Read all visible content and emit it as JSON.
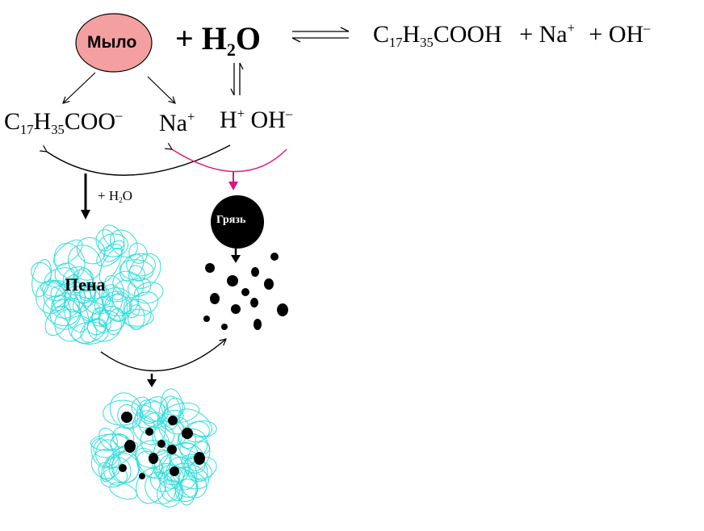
{
  "soap": {
    "label": "Мыло",
    "fill": "#f4a0a0"
  },
  "reaction": {
    "plus_water_prefix": "+ ",
    "water_h": "H",
    "water_sub": "2",
    "water_o": "O",
    "product_acid_c": "C",
    "product_acid_c_sub": "17",
    "product_acid_h": "H",
    "product_acid_h_sub": "35",
    "product_acid_rest": "COOH",
    "plus_na": "+ Na",
    "na_charge": "+",
    "plus_oh": "+ OH",
    "oh_charge": "–"
  },
  "ions": {
    "anion_c": "C",
    "anion_c_sub": "17",
    "anion_h": "H",
    "anion_h_sub": "35",
    "anion_rest": "COO",
    "anion_charge": "–",
    "sodium": "Na",
    "sodium_charge": "+",
    "hydrogen": "H",
    "hydrogen_charge": "+",
    "hydroxide": "OH",
    "hydroxide_charge": "–"
  },
  "foam_step": {
    "plus_water": "+ H",
    "water_sub": "2",
    "water_o": "O"
  },
  "foam": {
    "label": "Пена",
    "color": "#33dddd"
  },
  "dirt": {
    "label": "Грязь",
    "color": "#000000"
  },
  "accent_color": "#e0157a"
}
